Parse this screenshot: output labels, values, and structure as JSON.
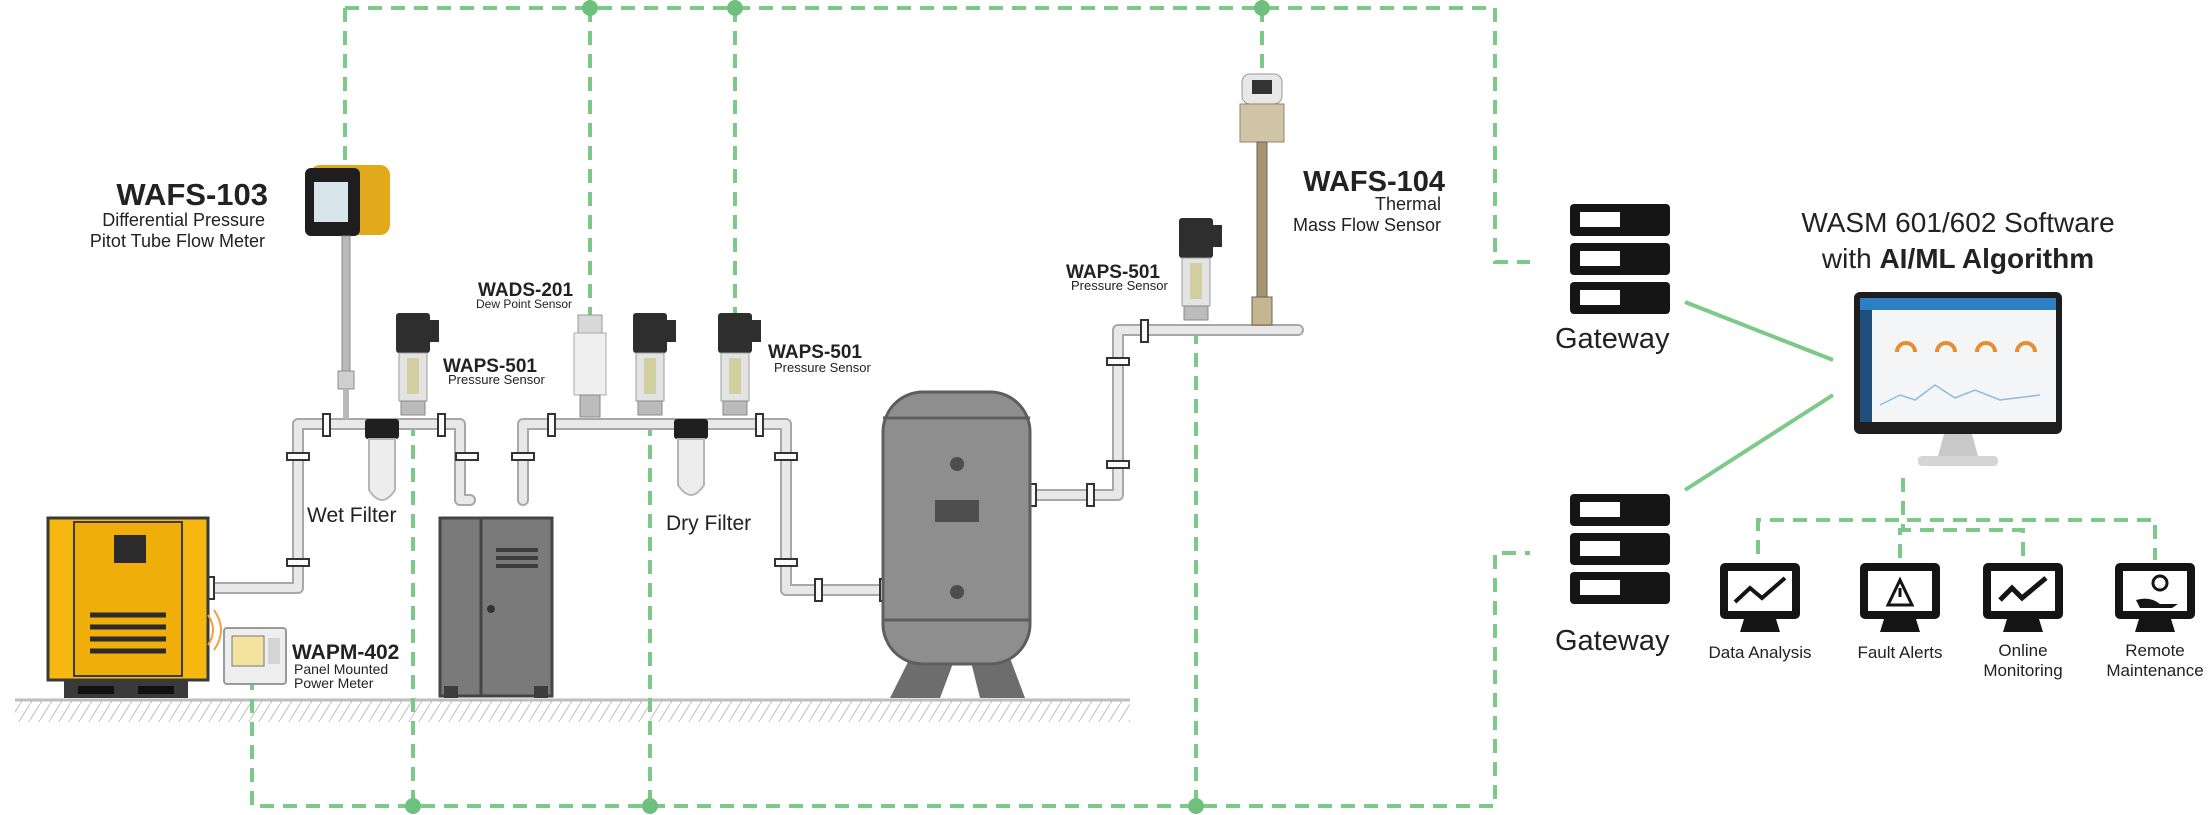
{
  "colors": {
    "network": "#7cc98a",
    "pipe": "#e6e6e6",
    "pipe_stroke": "#a8a8a8",
    "compressor": "#f6b80f",
    "dryer": "#7a7a7a",
    "tank": "#8e8e8e",
    "dark": "#222222",
    "ground": "#bdbdbd"
  },
  "sensors": {
    "wafs103": {
      "code": "WAFS-103",
      "line1": "Differential Pressure",
      "line2": "Pitot Tube Flow Meter"
    },
    "wads201": {
      "code": "WADS-201",
      "line1": "Dew Point Sensor"
    },
    "waps501_a": {
      "code": "WAPS-501",
      "line1": "Pressure Sensor"
    },
    "waps501_b": {
      "code": "WAPS-501",
      "line1": "Pressure Sensor"
    },
    "waps501_c": {
      "code": "WAPS-501",
      "line1": "Pressure Sensor"
    },
    "wafs104": {
      "code": "WAFS-104",
      "line1": "Thermal",
      "line2": "Mass Flow Sensor"
    },
    "wapm402": {
      "code": "WAPM-402",
      "line1": "Panel Mounted",
      "line2": "Power Meter"
    }
  },
  "filters": {
    "wet": "Wet Filter",
    "dry": "Dry Filter"
  },
  "gateways": {
    "top": "Gateway",
    "bottom": "Gateway"
  },
  "software": {
    "line1": "WASM 601/602 Software",
    "line2_prefix": "with ",
    "line2_bold": "AI/ML Algorithm"
  },
  "features": {
    "data_analysis": {
      "line1": "Data Analysis"
    },
    "fault_alerts": {
      "line1": "Fault Alerts"
    },
    "online_monitoring": {
      "line1": "Online",
      "line2": "Monitoring"
    },
    "remote_maintenance": {
      "line1": "Remote",
      "line2": "Maintenance"
    }
  }
}
